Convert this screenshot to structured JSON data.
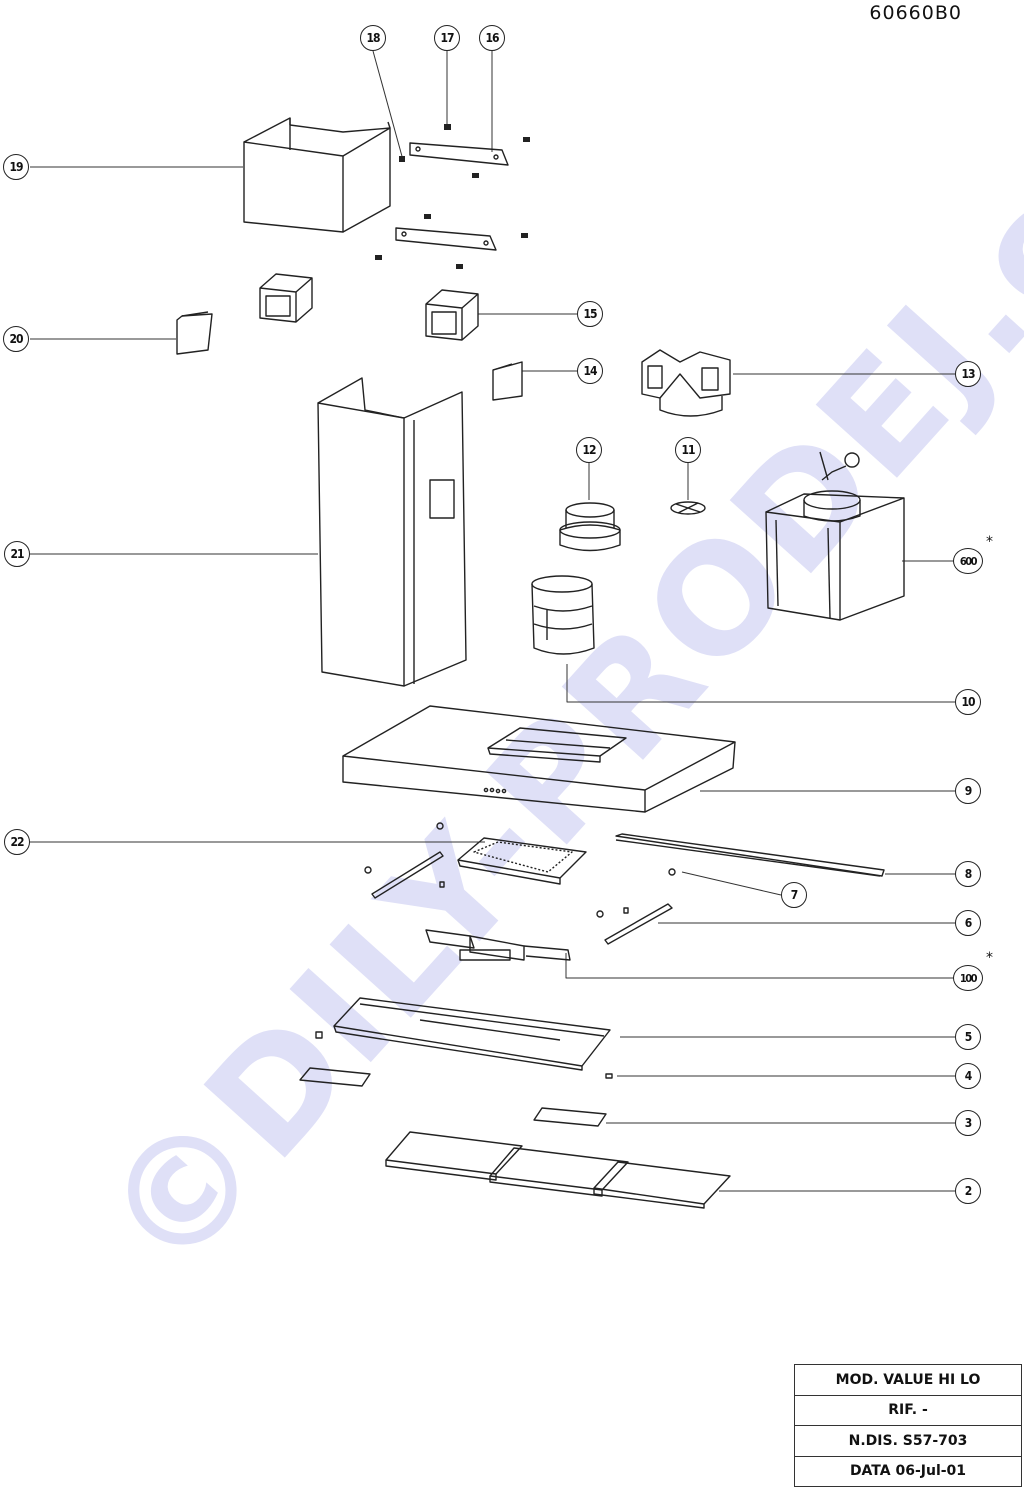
{
  "drawing_code": "60660B0",
  "watermark": "©DILY-PRODEJ.cz",
  "callouts": [
    {
      "id": "c18",
      "label": "18"
    },
    {
      "id": "c17",
      "label": "17"
    },
    {
      "id": "c16",
      "label": "16"
    },
    {
      "id": "c19",
      "label": "19"
    },
    {
      "id": "c20",
      "label": "20"
    },
    {
      "id": "c15",
      "label": "15"
    },
    {
      "id": "c14",
      "label": "14"
    },
    {
      "id": "c13",
      "label": "13"
    },
    {
      "id": "c12",
      "label": "12"
    },
    {
      "id": "c11",
      "label": "11"
    },
    {
      "id": "c21",
      "label": "21"
    },
    {
      "id": "c600",
      "label": "600"
    },
    {
      "id": "c10",
      "label": "10"
    },
    {
      "id": "c9",
      "label": "9"
    },
    {
      "id": "c22",
      "label": "22"
    },
    {
      "id": "c8",
      "label": "8"
    },
    {
      "id": "c7",
      "label": "7"
    },
    {
      "id": "c6",
      "label": "6"
    },
    {
      "id": "c100",
      "label": "100"
    },
    {
      "id": "c5",
      "label": "5"
    },
    {
      "id": "c4",
      "label": "4"
    },
    {
      "id": "c3",
      "label": "3"
    },
    {
      "id": "c2",
      "label": "2"
    }
  ],
  "asterisk": "*",
  "title_block": {
    "model": "MOD.  VALUE  HI  LO",
    "ref": "RIF.  -",
    "drawing_no": "N.DIS.  S57-703",
    "date": "DATA  06-Jul-01"
  }
}
